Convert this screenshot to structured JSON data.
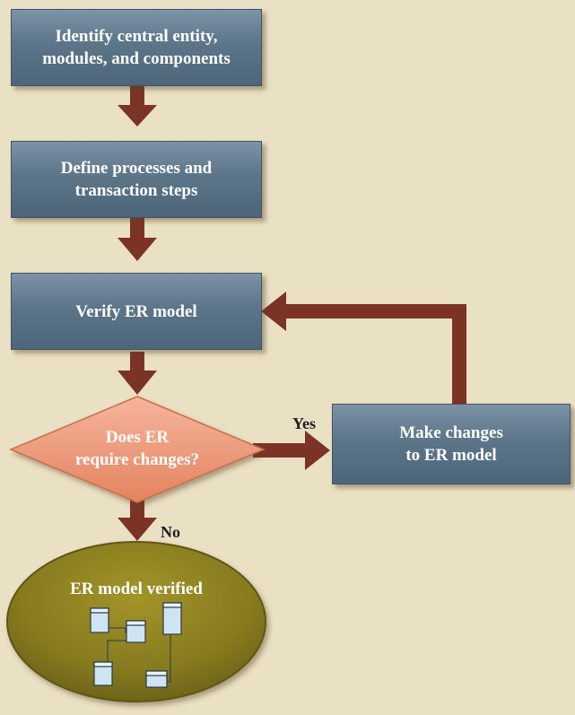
{
  "steps": {
    "identify": "Identify central entity,\nmodules, and components",
    "define": "Define processes and\ntransaction steps",
    "verify": "Verify ER model",
    "changes": "Make changes\nto ER model"
  },
  "decision": {
    "question": "Does ER\nrequire changes?",
    "yes_label": "Yes",
    "no_label": "No"
  },
  "result": {
    "label": "ER model verified"
  },
  "colors": {
    "background": "#eae0c4",
    "box": "#5d7589",
    "arrow": "#7b3326",
    "diamond": "#eb9577",
    "ellipse": "#8a7d21"
  }
}
